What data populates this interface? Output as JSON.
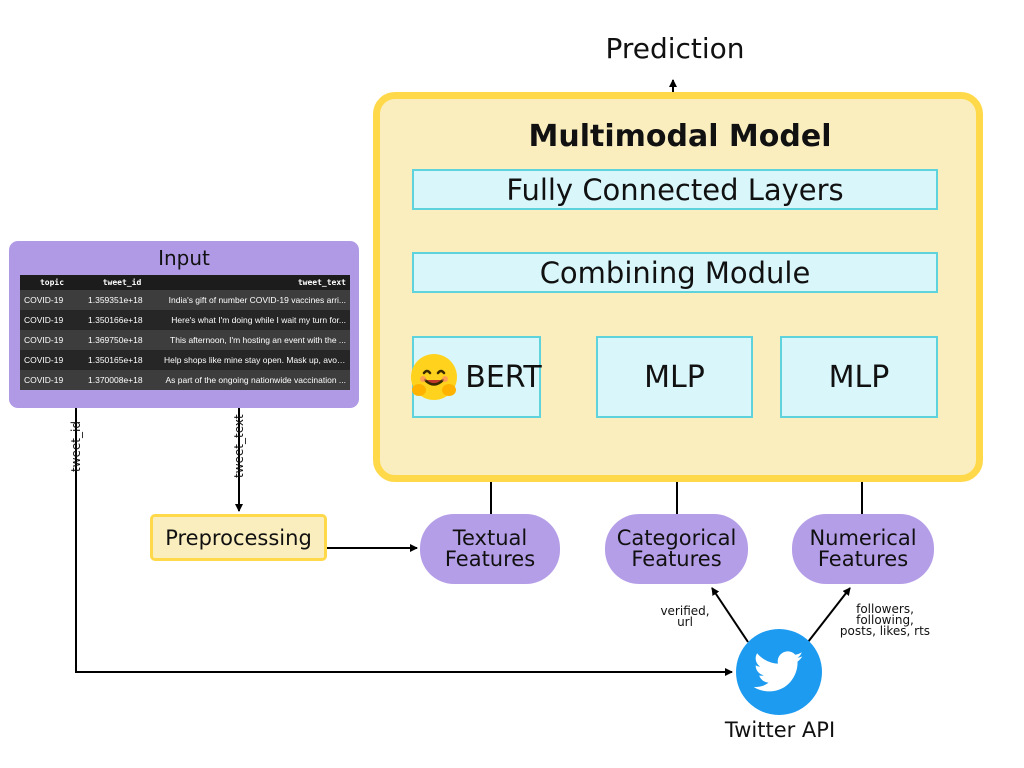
{
  "diagram": {
    "output_label": "Prediction",
    "model": {
      "title": "Multimodal Model",
      "fully_connected": "Fully Connected Layers",
      "combining": "Combining Module",
      "encoders": {
        "bert": "BERT",
        "mlp_categorical": "MLP",
        "mlp_numerical": "MLP"
      },
      "colors": {
        "outer_border": "#ffd94a",
        "outer_fill": "#faeebf",
        "block_fill": "#d9f7fb",
        "block_border": "#5fd3dc"
      }
    },
    "features": {
      "textual": [
        "Textual",
        "Features"
      ],
      "categorical": [
        "Categorical",
        "Features"
      ],
      "numerical": [
        "Numerical",
        "Features"
      ],
      "color": "#b59ee8"
    },
    "input": {
      "title": "Input",
      "table": {
        "columns": [
          "topic",
          "tweet_id",
          "tweet_text"
        ],
        "rows": [
          [
            "COVID-19",
            "1.359351e+18",
            "India's gift of number COVID-19 vaccines arri..."
          ],
          [
            "COVID-19",
            "1.350166e+18",
            "Here's what I'm doing while I wait my turn for..."
          ],
          [
            "COVID-19",
            "1.369750e+18",
            "This afternoon, I'm hosting an event with the ..."
          ],
          [
            "COVID-19",
            "1.350165e+18",
            "Help shops like mine stay open. Mask up, avoid..."
          ],
          [
            "COVID-19",
            "1.370008e+18",
            "As part of the ongoing nationwide vaccination ..."
          ]
        ]
      }
    },
    "preprocessing": "Preprocessing",
    "edge_labels": {
      "tweet_id": "tweet_id",
      "tweet_text": "tweet_text",
      "categorical_fields": [
        "verified,",
        "url"
      ],
      "numerical_fields": [
        "followers,",
        "following,",
        "posts, likes, rts"
      ]
    },
    "source": {
      "label": "Twitter API",
      "icon": "twitter-bird-icon",
      "color": "#1d9bf0"
    }
  }
}
